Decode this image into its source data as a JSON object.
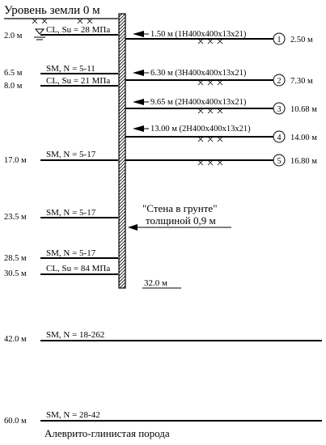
{
  "title": "Уровень земли 0 м",
  "bottom_label": "Алеврито-глинистая порода",
  "wall_label": [
    "\"Стена в грунте\"",
    "толщиной 0,9 м"
  ],
  "wall_bottom": "32.0 м",
  "depths": [
    {
      "id": "d2",
      "label": "2.0 м"
    },
    {
      "id": "d65",
      "label": "6.5 м"
    },
    {
      "id": "d8",
      "label": "8.0 м"
    },
    {
      "id": "d17",
      "label": "17.0 м"
    },
    {
      "id": "d235",
      "label": "23.5 м"
    },
    {
      "id": "d285",
      "label": "28.5 м"
    },
    {
      "id": "d305",
      "label": "30.5 м"
    },
    {
      "id": "d42",
      "label": "42.0 м"
    },
    {
      "id": "d60",
      "label": "60.0 м"
    }
  ],
  "layers": [
    {
      "id": "l1",
      "label": "CL, Su = 28 МПа"
    },
    {
      "id": "l2",
      "label": "SM, N = 5-11"
    },
    {
      "id": "l3",
      "label": "CL, Su = 21 МПа"
    },
    {
      "id": "l4",
      "label": "SM, N = 5-17"
    },
    {
      "id": "l5",
      "label": "SM, N = 5-17"
    },
    {
      "id": "l6",
      "label": "SM, N = 5-17"
    },
    {
      "id": "l7",
      "label": "CL, Su = 84 МПа"
    },
    {
      "id": "l8",
      "label": "SM, N = 18-262"
    },
    {
      "id": "l9",
      "label": "SM, N = 28-42"
    }
  ],
  "struts": [
    {
      "num": "1",
      "label": "1.50 м (1H400x400x13x21)",
      "depth": "2.50 м"
    },
    {
      "num": "2",
      "label": "6.30 м (3H400x400x13x21)",
      "depth": "7.30 м"
    },
    {
      "num": "3",
      "label": "9.65 м (2H400x400x13x21)",
      "depth": "10.68 м"
    },
    {
      "num": "4",
      "label": "13.00 м (2H400x400x13x21)",
      "depth": "14.00 м"
    },
    {
      "num": "5",
      "label": "",
      "depth": "16.80 м"
    }
  ]
}
